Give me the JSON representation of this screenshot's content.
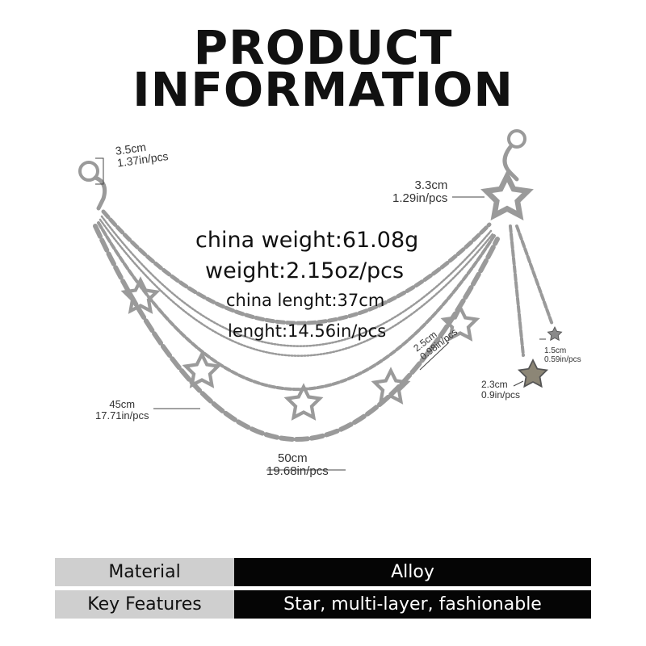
{
  "header": {
    "line1": "PRODUCT",
    "line2": "INFORMATION"
  },
  "weights": {
    "china_weight": "china weight:61.08g",
    "weight": "weight:2.15oz/pcs",
    "china_length": "china lenght:37cm",
    "length": "lenght:14.56in/pcs"
  },
  "dimensions": {
    "clasp_left": {
      "cm": "3.5cm",
      "in": "1.37in/pcs"
    },
    "star_ring": {
      "cm": "3.3cm",
      "in": "1.29in/pcs"
    },
    "star_middle": {
      "cm": "2.5cm",
      "in": "0.98in/pcs"
    },
    "star_small": {
      "cm": "1.5cm",
      "in": "0.59in/pcs"
    },
    "star_medium": {
      "cm": "2.3cm",
      "in": "0.9in/pcs"
    },
    "chain_45": {
      "cm": "45cm",
      "in": "17.71in/pcs"
    },
    "chain_50": {
      "cm": "50cm",
      "in": "19.68in/pcs"
    }
  },
  "specs": [
    {
      "key": "Material",
      "value": "Alloy"
    },
    {
      "key": "Key Features",
      "value": "Star, multi-layer, fashionable"
    }
  ],
  "colors": {
    "metal": "#9a9a9a",
    "table_key": "#cfcfcf",
    "table_value": "#050505"
  },
  "image": {
    "description_icon": "star-chain-icon"
  }
}
